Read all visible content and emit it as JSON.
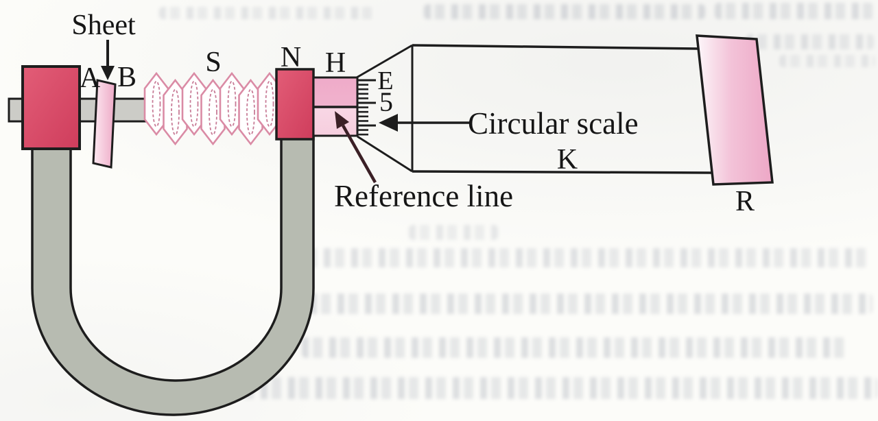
{
  "figure": {
    "labels": {
      "sheet": "Sheet",
      "anvil_a": "A",
      "spindle_b": "B",
      "screw": "S",
      "nut": "N",
      "hub": "H",
      "scale_edge": "E",
      "scale_value": "5",
      "circular_scale": "Circular scale",
      "reference_line": "Reference line",
      "thimble": "K",
      "ratchet": "R"
    },
    "colors": {
      "frame_gray": "#b7bbb1",
      "spindle_gray": "#ccccc7",
      "block_red": "#d84865",
      "coil_pink": "#da8ba5",
      "sleeve_pink": "#efabc9",
      "ratchet_pink": "#eda7c6",
      "outline": "#1d1d1d",
      "reference_arrow": "#3b2026",
      "page_background": "#fcfcf9"
    }
  }
}
